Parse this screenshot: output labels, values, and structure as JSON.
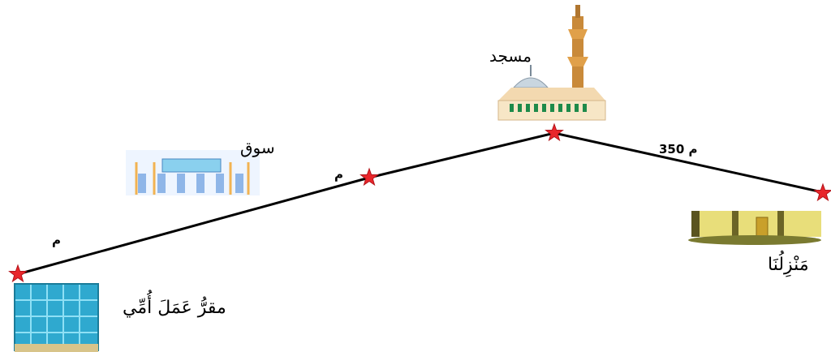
{
  "places": {
    "home": "مَنْزِلُنَا",
    "mosque": "مسجد",
    "market": "سوق",
    "work": "مقرُّ عَمَلَ أُمِّي"
  },
  "distances": {
    "home_to_mosque": "350",
    "mosque_to_market": "",
    "market_to_work": ""
  },
  "unit": "م",
  "colors": {
    "route": "#000000",
    "marker": "#e8262b",
    "marker_stroke": "#b3141a"
  }
}
